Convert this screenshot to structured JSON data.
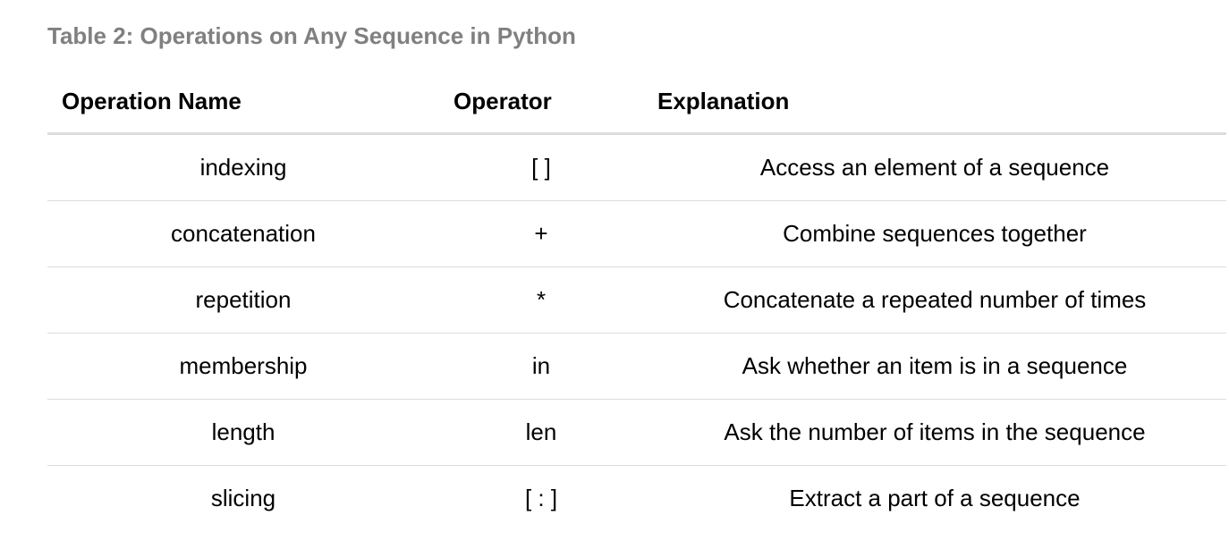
{
  "caption": "Table 2: Operations on Any Sequence in Python",
  "table": {
    "headers": [
      "Operation Name",
      "Operator",
      "Explanation"
    ],
    "rows": [
      [
        "indexing",
        "[ ]",
        "Access an element of a sequence"
      ],
      [
        "concatenation",
        "+",
        "Combine sequences together"
      ],
      [
        "repetition",
        "*",
        "Concatenate a repeated number of times"
      ],
      [
        "membership",
        "in",
        "Ask whether an item is in a sequence"
      ],
      [
        "length",
        "len",
        "Ask the number of items in the sequence"
      ],
      [
        "slicing",
        "[ : ]",
        "Extract a part of a sequence"
      ]
    ]
  },
  "colors": {
    "caption": "#808080",
    "rule": "#dddddd",
    "text": "#000000"
  }
}
